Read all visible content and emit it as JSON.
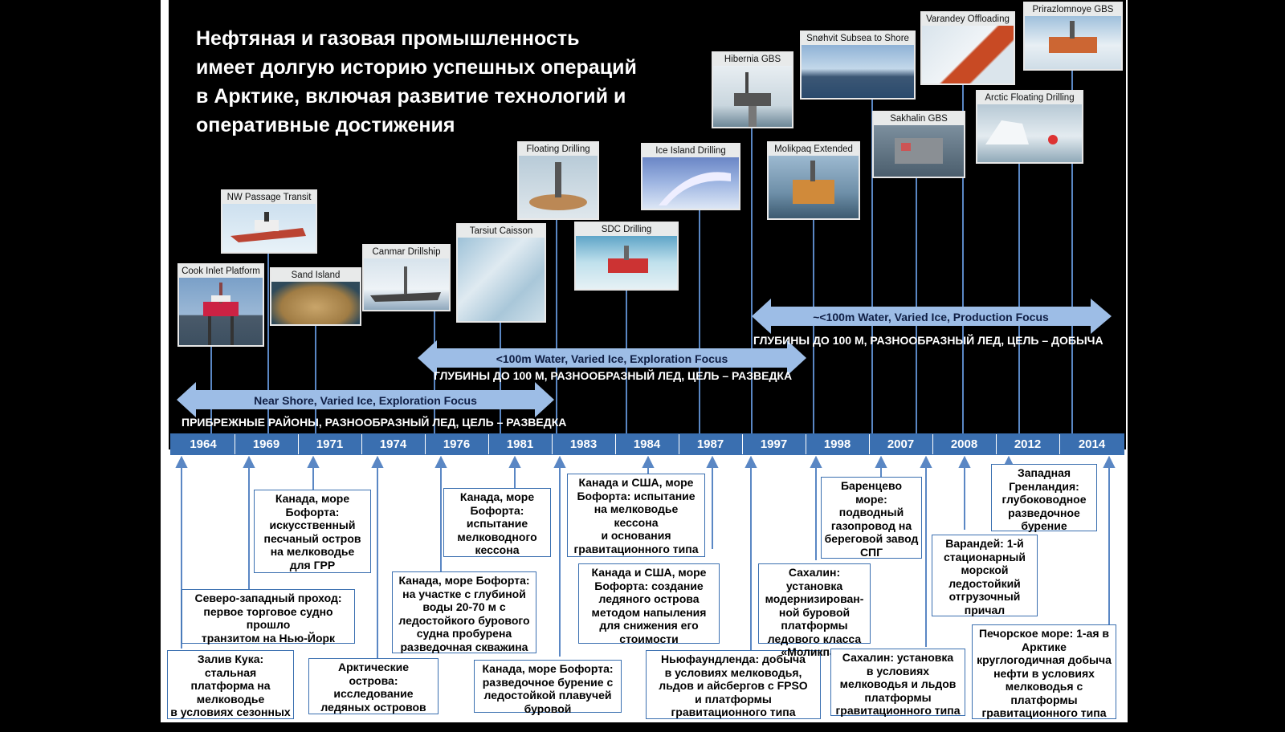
{
  "title_lines": [
    "Нефтяная и газовая промышленность",
    "имеет долгую историю успешных операций",
    "в Арктике, включая развитие технологий и",
    "оперативные достижения"
  ],
  "photos": [
    {
      "label": "Cook Inlet Platform"
    },
    {
      "label": "NW Passage Transit"
    },
    {
      "label": "Sand Island"
    },
    {
      "label": "Canmar Drillship"
    },
    {
      "label": "Tarsiut Caisson"
    },
    {
      "label": "Floating Drilling"
    },
    {
      "label": "SDC Drilling"
    },
    {
      "label": "Ice Island Drilling"
    },
    {
      "label": "Hibernia GBS"
    },
    {
      "label": "Molikpaq Extended"
    },
    {
      "label": "Snøhvit Subsea to Shore"
    },
    {
      "label": "Sakhalin GBS"
    },
    {
      "label": "Varandey Offloading"
    },
    {
      "label": "Arctic Floating Drilling"
    },
    {
      "label": "Prirazlomnoye GBS"
    }
  ],
  "phases": [
    {
      "en": "~<100m Water, Varied Ice, Production Focus",
      "ru": "ГЛУБИНЫ ДО 100 М, РАЗНООБРАЗНЫЙ ЛЕД, ЦЕЛЬ  – ДОБЫЧА"
    },
    {
      "en": "<100m Water, Varied Ice, Exploration  Focus",
      "ru": "ГЛУБИНЫ ДО 100 М, РАЗНООБРАЗНЫЙ ЛЕД, ЦЕЛЬ  – РАЗВЕДКА"
    },
    {
      "en": "Near Shore,  Varied Ice, Exploration  Focus",
      "ru": "ПРИБРЕЖНЫЕ РАЙОНЫ, РАЗНООБРАЗНЫЙ ЛЕД, ЦЕЛЬ  – РАЗВЕДКА"
    }
  ],
  "years": [
    "1964",
    "1969",
    "1971",
    "1974",
    "1976",
    "1981",
    "1983",
    "1984",
    "1987",
    "1997",
    "1998",
    "2007",
    "2008",
    "2012",
    "2014"
  ],
  "events": [
    "Залив Кука: стальная\nплатформа на\nмелководье\nв условиях сезонных\nподвижек льда",
    "Северо-западный проход:\nпервое торговое судно\nпрошло\nтранзитом на Нью-Йорк",
    "Канада, море\nБофорта:\nискусственный\nпесчаный  остров\nна мелководье\nдля  ГРР",
    "Арктические\nострова:\nисследование\nледяных  островов",
    "Канада, море Бофорта:\nна участке с глубиной\nводы 20-70 м  с\nледостойкого бурового\nсудна пробурена\nразведочная скважина",
    "Канада, море\nБофорта:\nиспытание\nмелководного\nкессона",
    "Канада, море Бофорта:\nразведочное бурение с\nледостойкой плавучей\nбуровой",
    "Канада и США, море\nБофорта:  испытание\nна мелководье\nкессона\nи основания\nгравитационного типа",
    "Канада и США, море\nБофорта: создание\nледяного острова\nметодом напыления\nдля снижения его\nстоимости",
    "Ньюфаундленда: добыча\nв условиях мелководья,\nльдов и айсбергов  с FPSO\nи платформы\nгравитационного типа",
    "Сахалин: установка\nмодернизирован-\nной буровой\nплатформы\nледового класса\n«Моликпак»",
    "Баренцево\nморе:\nподводный\nгазопровод  на\nбереговой завод\nСПГ",
    "Сахалин: установка\nв условиях\nмелководья и  льдов\nплатформы\nгравитационного типа",
    "Варандей: 1-й\nстационарный\nморской\nледостойкий\nотгрузочный\nпричал",
    "Западная\nГренландия:\nглубоководное\nразведочное\nбурение",
    "Печорское море: 1-ая в\nАрктике\nкруглогодичная добыча\nнефти в условиях\nмелководья с\nплатформы\nгравитационного типа"
  ],
  "colors": {
    "accent": "#3a6fb0",
    "arrow": "#9dbde6",
    "background": "#000000"
  }
}
